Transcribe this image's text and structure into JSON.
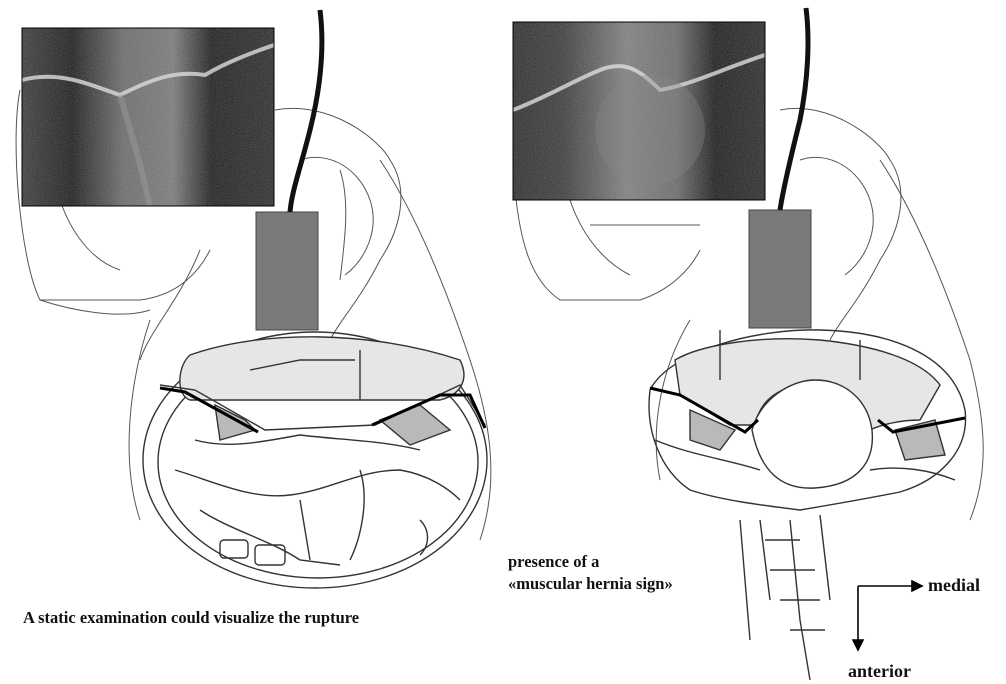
{
  "figure": {
    "left_caption": "A static examination could visualize the rupture",
    "right_caption_line1": "presence of a",
    "right_caption_line2": "«muscular hernia sign»",
    "axis_medial": "medial",
    "axis_anterior": "anterior"
  },
  "panels": [
    {
      "id": "left",
      "content": "ultrasound-image",
      "shows": "rupture"
    },
    {
      "id": "right",
      "content": "ultrasound-image",
      "shows": "muscular-hernia"
    }
  ],
  "colors": {
    "probe": "#7a7a7a",
    "muscle_fill": "#e6e6e6",
    "gel_fill": "#b9b9b9",
    "outline": "#333333"
  },
  "icons": [
    "ultrasound-probe-icon",
    "cable-icon",
    "arrow-right-icon",
    "arrow-down-icon"
  ]
}
